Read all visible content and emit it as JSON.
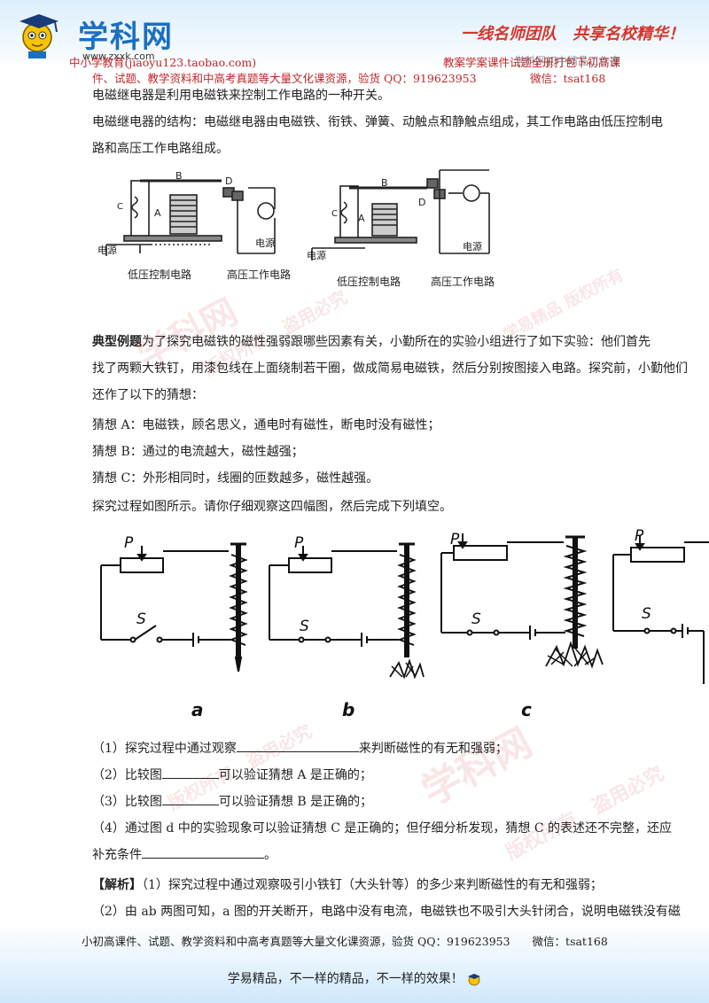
{
  "header": {
    "logo_text": "学科网",
    "logo_url": "www.zxxk.com",
    "slogan": "一线名师团队　共享名校精华！",
    "line1": "中小学教育(jiaoyu123.taobao.com)",
    "line2_right": "学科网初中精品工作室",
    "line3_left": "件、试题、教学资料和中高考真题等大量文化课资源，验货 QQ：919623953",
    "line3_right": "微信：tsat168",
    "line_mid": "教案学案课件试题全册打包下初高课"
  },
  "intro": {
    "p1": "电磁继电器是利用电磁铁来控制工作电路的一种开关。",
    "p2a": "电磁继电器的结构：电磁继电器由电磁铁、衔铁、弹簧、动触点和静触点组成，其工作电路由低压控制电",
    "p2b": "路和高压工作电路组成。"
  },
  "relay_figures": {
    "label_a": "A",
    "label_b": "B",
    "label_c": "C",
    "label_d": "D",
    "power": "电源",
    "low_circuit": "低压控制电路",
    "high_circuit": "高压工作电路"
  },
  "example": {
    "title": "典型例题",
    "line1": "为了探究电磁铁的磁性强弱跟哪些因素有关，小勤所在的实验小组进行了如下实验：他们首先",
    "line2": "找了两颗大铁钉，用漆包线在上面绕制若干圈，做成简易电磁铁，然后分别按图接入电路。探究前，小勤他们",
    "line3": "还作了以下的猜想：",
    "guess_a": "猜想 A：电磁铁，顾名思义，通电时有磁性，断电时没有磁性；",
    "guess_b": "猜想 B：通过的电流越大，磁性越强；",
    "guess_c": "猜想 C：外形相同时，线圈的匝数越多，磁性越强。",
    "process": "探究过程如图所示。请你仔细观察这四幅图，然后完成下列填空。"
  },
  "experiment_figure": {
    "p_label": "P",
    "s_label": "S",
    "captions": [
      "a",
      "b",
      "c"
    ]
  },
  "questions": {
    "q1_pre": "（1）探究过程中通过观察",
    "q1_post": "来判断磁性的有无和强弱；",
    "q2_pre": "（2）比较图",
    "q2_post": "可以验证猜想 A 是正确的；",
    "q3_pre": "（3）比较图",
    "q3_post": "可以验证猜想 B 是正确的；",
    "q4a": "（4）通过图 d 中的实验现象可以验证猜想 C 是正确的；但仔细分析发现，猜想 C 的表述还不完整，还应",
    "q4b": "补充条件",
    "q4_end": "。"
  },
  "analysis": {
    "title": "【解析】",
    "line1": "（1）探究过程中通过观察吸引小铁钉（大头针等）的多少来判断磁性的有无和强弱；",
    "line2": "（2）由 ab 两图可知，a 图的开关断开，电路中没有电流，电磁铁也不吸引大头针闭合，说明电磁铁没有磁"
  },
  "footer": {
    "line": "小初高课件、试题、教学资料和中高考真题等大量文化课资源，验货 QQ：919623953　　微信：tsat168",
    "slogan": "学易精品，不一样的精品，不一样的效果！"
  },
  "watermarks": {
    "w1": "学科网",
    "w2": "版权所有　盗用必究",
    "w3": "学易精品 版权所有"
  }
}
